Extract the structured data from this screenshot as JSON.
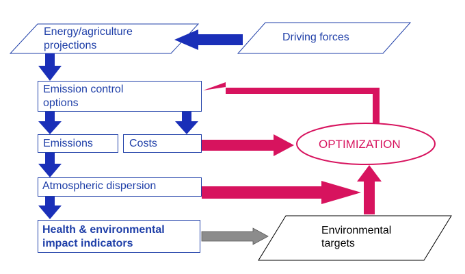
{
  "nodes": {
    "energy": {
      "line1": "Energy/agriculture",
      "line2": "projections"
    },
    "driving": {
      "label": "Driving forces"
    },
    "emission_control": {
      "line1": "Emission control",
      "line2": "options"
    },
    "emissions": {
      "label": "Emissions"
    },
    "costs": {
      "label": "Costs"
    },
    "dispersion": {
      "label": "Atmospheric dispersion"
    },
    "health": {
      "line1": "Health & environmental",
      "line2": "impact indicators"
    },
    "optimization": {
      "label": "OPTIMIZATION"
    },
    "targets": {
      "line1": "Environmental",
      "line2": "targets"
    }
  },
  "colors": {
    "blue": "#1f3fa8",
    "arrow_blue": "#1a2fb8",
    "magenta": "#d7135e",
    "gray": "#8c8c8c",
    "black": "#000000"
  }
}
